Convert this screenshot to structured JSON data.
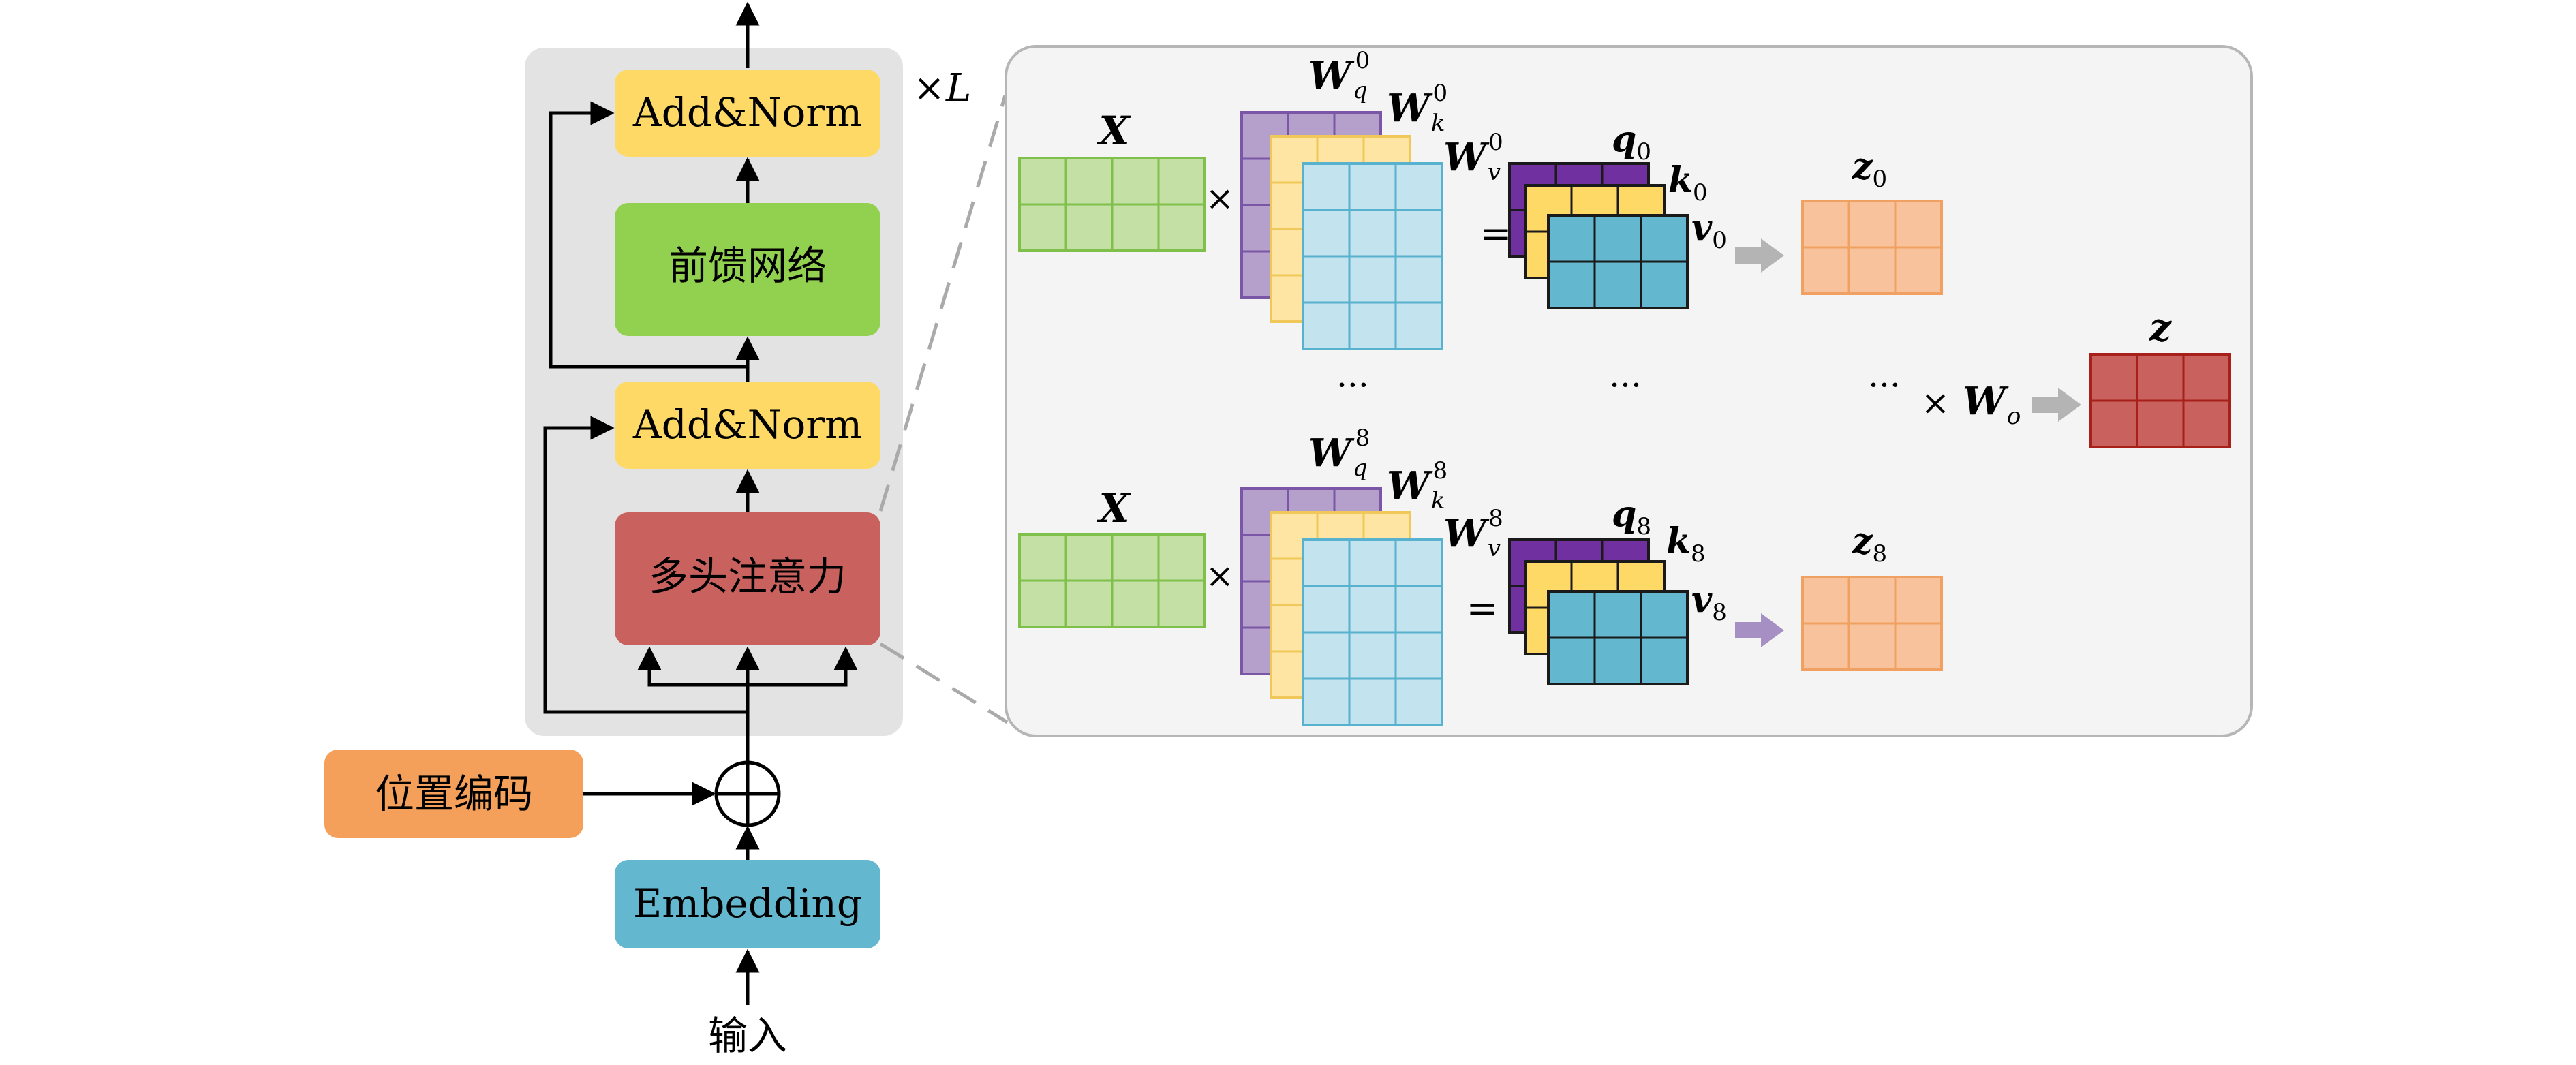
{
  "encoder": {
    "output_arrow": "up-arrow-icon",
    "repeat_label": "×",
    "repeat_var": "L",
    "blocks": {
      "add_norm_top": "Add&Norm",
      "feed_forward": "前馈网络",
      "add_norm_bottom": "Add&Norm",
      "multi_head_attention": "多头注意力"
    }
  },
  "positional_encoding": "位置编码",
  "add_symbol": "circle-plus-icon",
  "embedding": "Embedding",
  "input_label": "输入",
  "attention_detail": {
    "head_0": {
      "x_label": "X",
      "times": "×",
      "wq": "W",
      "wq_sub": "q",
      "wq_sup": "0",
      "wk": "W",
      "wk_sub": "k",
      "wk_sup": "0",
      "wv": "W",
      "wv_sub": "v",
      "wv_sup": "0",
      "equals": "=",
      "q": "q",
      "q_sub": "0",
      "k": "k",
      "k_sub": "0",
      "v": "v",
      "v_sub": "0",
      "z": "z",
      "z_sub": "0"
    },
    "ellipsis": "···",
    "head_8": {
      "x_label": "X",
      "times": "×",
      "wq": "W",
      "wq_sub": "q",
      "wq_sup": "8",
      "wk": "W",
      "wk_sub": "k",
      "wk_sup": "8",
      "wv": "W",
      "wv_sub": "v",
      "wv_sup": "8",
      "equals": "=",
      "q": "q",
      "q_sub": "8",
      "k": "k",
      "k_sub": "8",
      "v": "v",
      "v_sub": "8",
      "z": "z",
      "z_sub": "8"
    },
    "output": {
      "times": "×",
      "wo": "W",
      "wo_sub": "o",
      "z": "z"
    }
  },
  "colors": {
    "encoder_panel": "#e3e3e3",
    "add_norm": "#ffd966",
    "feed_forward": "#92d050",
    "attention": "#c9625e",
    "positional_encoding": "#f4a05a",
    "embedding": "#63b7cf",
    "detail_panel": "#f4f4f4",
    "x_matrix": "#c5e0a5",
    "wq_matrix": "#b4a0cb",
    "wk_matrix": "#ffe5a3",
    "wv_matrix": "#c3e3ee",
    "q_matrix": "#7030a0",
    "k_matrix": "#ffd966",
    "v_matrix": "#63b7cf",
    "z_head": "#f8c39c",
    "z_out": "#c9625e"
  }
}
